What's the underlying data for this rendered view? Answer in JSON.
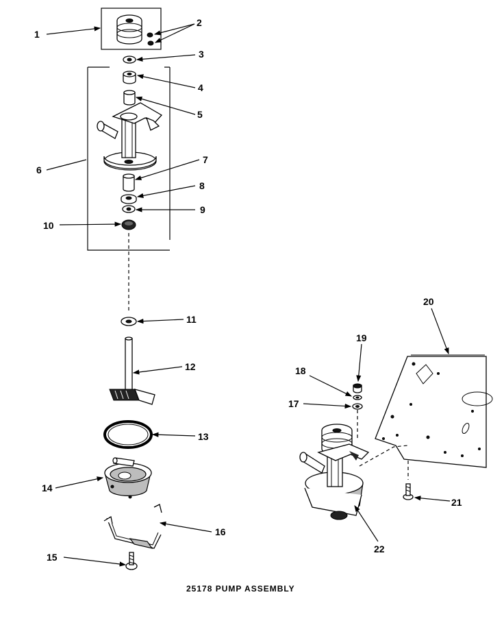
{
  "diagram": {
    "caption": "25178 PUMP ASSEMBLY",
    "callouts": [
      {
        "id": "1",
        "label": "1"
      },
      {
        "id": "2",
        "label": "2"
      },
      {
        "id": "3",
        "label": "3"
      },
      {
        "id": "4",
        "label": "4"
      },
      {
        "id": "5",
        "label": "5"
      },
      {
        "id": "6",
        "label": "6"
      },
      {
        "id": "7",
        "label": "7"
      },
      {
        "id": "8",
        "label": "8"
      },
      {
        "id": "9",
        "label": "9"
      },
      {
        "id": "10",
        "label": "10"
      },
      {
        "id": "11",
        "label": "11"
      },
      {
        "id": "12",
        "label": "12"
      },
      {
        "id": "13",
        "label": "13"
      },
      {
        "id": "14",
        "label": "14"
      },
      {
        "id": "15",
        "label": "15"
      },
      {
        "id": "16",
        "label": "16"
      },
      {
        "id": "17",
        "label": "17"
      },
      {
        "id": "18",
        "label": "18"
      },
      {
        "id": "19",
        "label": "19"
      },
      {
        "id": "20",
        "label": "20"
      },
      {
        "id": "21",
        "label": "21"
      },
      {
        "id": "22",
        "label": "22"
      }
    ]
  }
}
